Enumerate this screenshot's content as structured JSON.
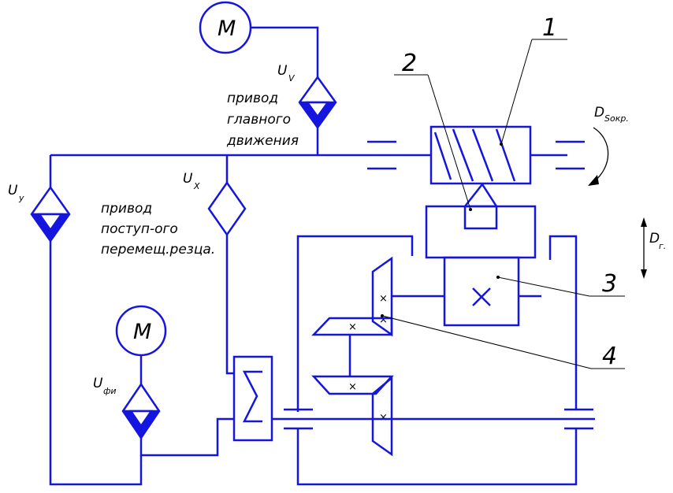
{
  "labels": {
    "motor_top": "M",
    "motor_bottom": "M",
    "uv": "U",
    "uv_sub": "V",
    "ux": "U",
    "ux_sub": "X",
    "uy": "U",
    "uy_sub": "y",
    "ufi": "U",
    "ufi_sub": "фи",
    "main_drive": [
      "привод",
      "главного",
      "движения"
    ],
    "feed_drive": [
      "привод",
      "поступ-ого",
      "перемещ.резца."
    ],
    "d_rot": "D",
    "d_rot_sub": "Sокр.",
    "d_lin": "D",
    "d_lin_sub": "г.",
    "callout_1": "1",
    "callout_2": "2",
    "callout_3": "3",
    "callout_4": "4"
  },
  "colors": {
    "lines": "#1515e0",
    "text": "#000000"
  }
}
